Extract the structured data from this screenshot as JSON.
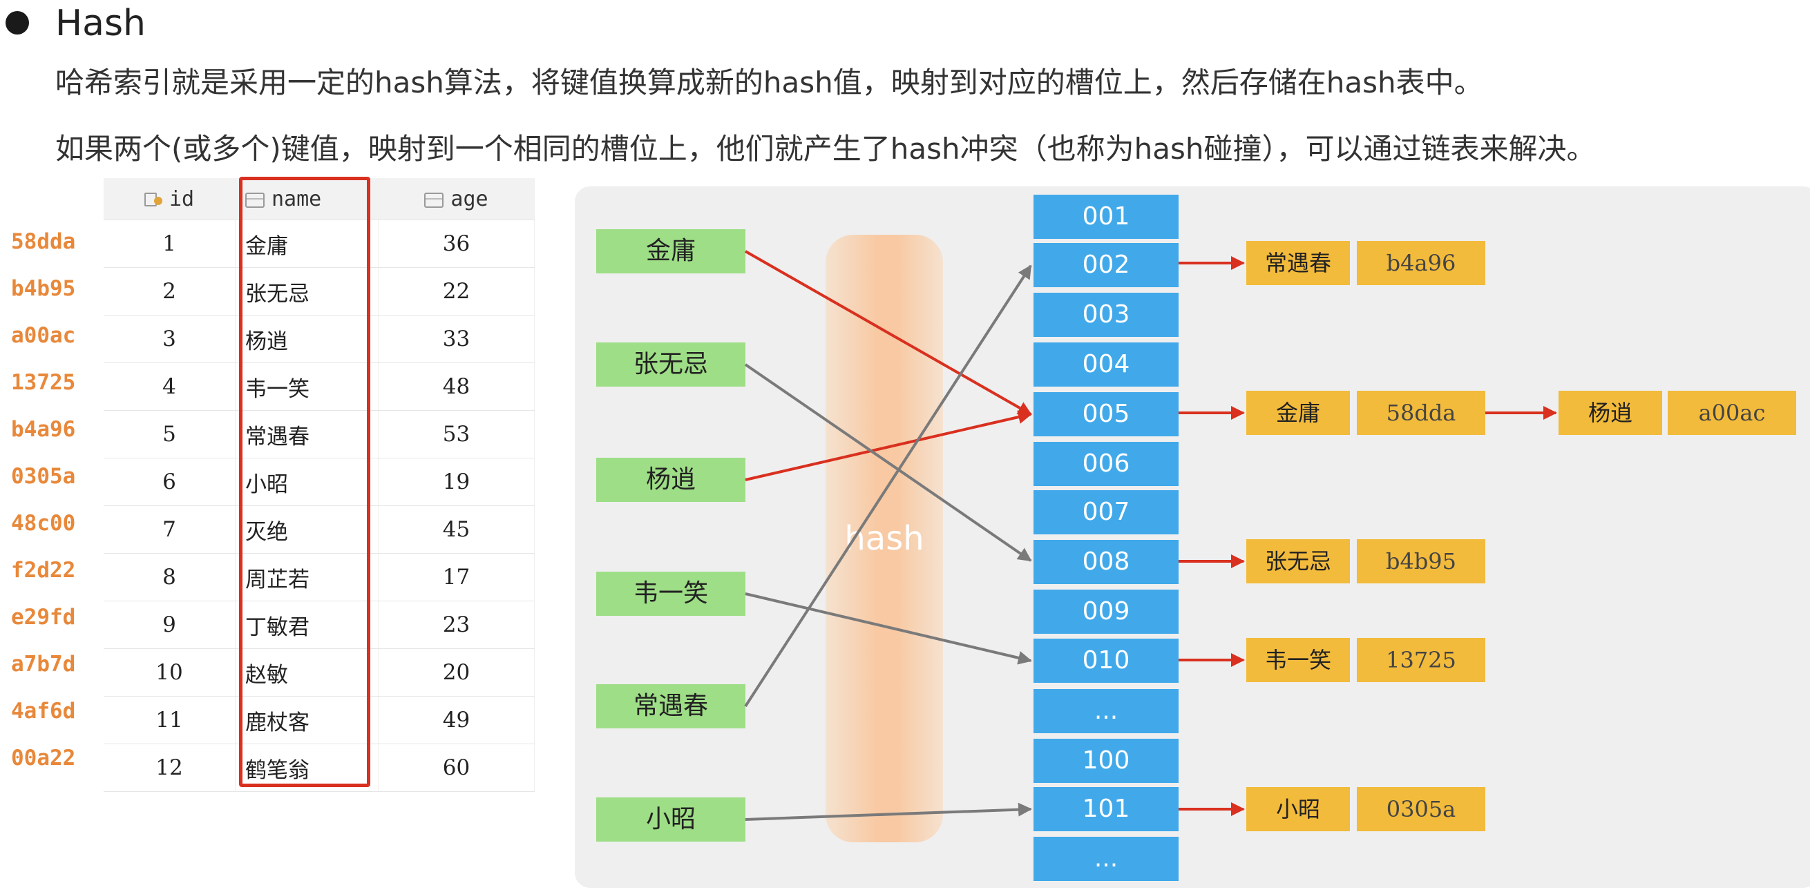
{
  "heading": "Hash",
  "paragraphs": [
    "哈希索引就是采用一定的hash算法，将键值换算成新的hash值，映射到对应的槽位上，然后存储在hash表中。",
    "如果两个(或多个)键值，映射到一个相同的槽位上，他们就产生了hash冲突（也称为hash碰撞），可以通过链表来解决。"
  ],
  "table": {
    "columns": [
      "id",
      "name",
      "age"
    ],
    "hashes": [
      "58dda",
      "b4b95",
      "a00ac",
      "13725",
      "b4a96",
      "0305a",
      "48c00",
      "f2d22",
      "e29fd",
      "a7b7d",
      "4af6d",
      "00a22"
    ],
    "rows": [
      {
        "id": "1",
        "name": "金庸",
        "age": "36"
      },
      {
        "id": "2",
        "name": "张无忌",
        "age": "22"
      },
      {
        "id": "3",
        "name": "杨逍",
        "age": "33"
      },
      {
        "id": "4",
        "name": "韦一笑",
        "age": "48"
      },
      {
        "id": "5",
        "name": "常遇春",
        "age": "53"
      },
      {
        "id": "6",
        "name": "小昭",
        "age": "19"
      },
      {
        "id": "7",
        "name": "灭绝",
        "age": "45"
      },
      {
        "id": "8",
        "name": "周芷若",
        "age": "17"
      },
      {
        "id": "9",
        "name": "丁敏君",
        "age": "23"
      },
      {
        "id": "10",
        "name": "赵敏",
        "age": "20"
      },
      {
        "id": "11",
        "name": "鹿杖客",
        "age": "49"
      },
      {
        "id": "12",
        "name": "鹤笔翁",
        "age": "60"
      }
    ]
  },
  "diagram": {
    "hash_label": "hash",
    "keys": [
      "金庸",
      "张无忌",
      "杨逍",
      "韦一笑",
      "常遇春",
      "小昭"
    ],
    "slots": [
      "001",
      "002",
      "003",
      "004",
      "005",
      "006",
      "007",
      "008",
      "009",
      "010",
      "...",
      "100",
      "101",
      "..."
    ],
    "nodes": [
      {
        "name": "常遇春",
        "hash": "b4a96"
      },
      {
        "name": "金庸",
        "hash": "58dda"
      },
      {
        "name": "杨逍",
        "hash": "a00ac"
      },
      {
        "name": "张无忌",
        "hash": "b4b95"
      },
      {
        "name": "韦一笑",
        "hash": "13725"
      },
      {
        "name": "小昭",
        "hash": "0305a"
      }
    ],
    "colors": {
      "key": "#9ede86",
      "slot": "#41a9ea",
      "node": "#f3bb3b",
      "arrow_red": "#d9301f",
      "arrow_gray": "#7a7a7a"
    }
  }
}
